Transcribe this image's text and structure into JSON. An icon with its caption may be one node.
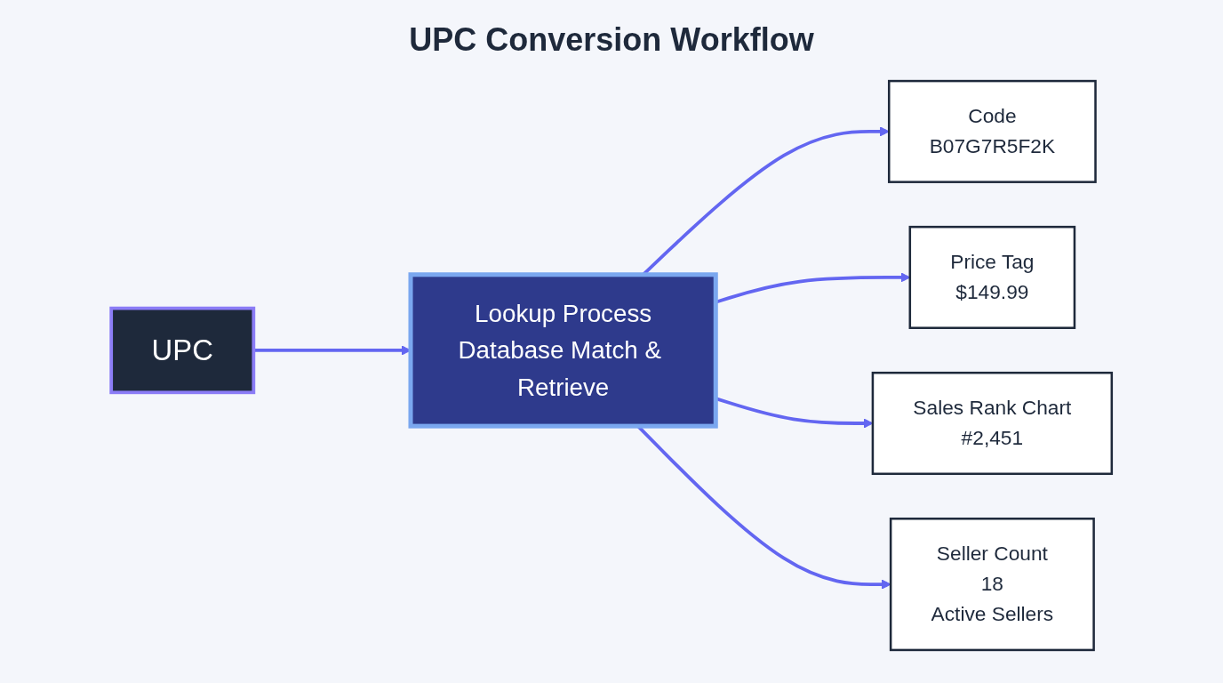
{
  "diagram": {
    "title": "UPC Conversion Workflow",
    "nodes": [
      {
        "text": [
          "UPC"
        ]
      },
      {
        "text": [
          "Lookup Process",
          "Database Match & Retrieve"
        ]
      },
      {
        "text": [
          "Code",
          "B07G7R5F2K"
        ]
      },
      {
        "text": [
          "Price Tag",
          "$149.99"
        ]
      },
      {
        "text": [
          "Sales Rank Chart",
          "#2,451"
        ]
      },
      {
        "text": [
          "Seller Count",
          "18",
          "Active Sellers"
        ]
      }
    ],
    "edges": [
      {
        "from": 0,
        "to": 1,
        "arrow": "to"
      },
      {
        "from": 1,
        "to": 2,
        "arrow": "to"
      },
      {
        "from": 1,
        "to": 3,
        "arrow": "to"
      },
      {
        "from": 1,
        "to": 4,
        "arrow": "to"
      },
      {
        "from": 1,
        "to": 5,
        "arrow": "to"
      }
    ]
  }
}
